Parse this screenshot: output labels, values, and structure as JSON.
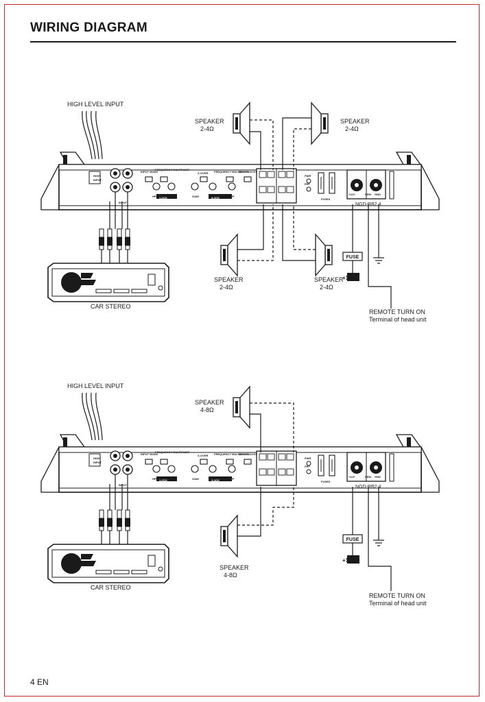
{
  "page": {
    "title": "WIRING DIAGRAM",
    "number": "4 EN",
    "colors": {
      "frame": "#c0282d",
      "ink": "#1a1a1a"
    }
  },
  "diagram1": {
    "high_level_input": "HIGH LEVEL INPUT",
    "speakers": [
      {
        "label": "SPEAKER",
        "impedance": "2-4Ω"
      },
      {
        "label": "SPEAKER",
        "impedance": "2-4Ω"
      },
      {
        "label": "SPEAKER",
        "impedance": "2-4Ω"
      },
      {
        "label": "SPEAKER",
        "impedance": "2-4Ω"
      }
    ],
    "car_stereo": "CAR STEREO",
    "fuse": "FUSE",
    "battery": "+12V",
    "remote_turn_on": "REMOTE TURN ON",
    "remote_terminal": "Terminal of head unit"
  },
  "diagram2": {
    "high_level_input": "HIGH LEVEL INPUT",
    "speakers": [
      {
        "label": "SPEAKER",
        "impedance": "4-8Ω"
      },
      {
        "label": "SPEAKER",
        "impedance": "4-8Ω"
      }
    ],
    "car_stereo": "CAR STEREO",
    "fuse": "FUSE",
    "battery": "+12V",
    "remote_turn_on": "REMOTE TURN ON",
    "remote_terminal": "Terminal of head unit"
  },
  "amplifier": {
    "model": "NGD-RB2.4",
    "input_labels": {
      "high": "HIGH",
      "input_sub": "INPUT",
      "input": "INPUT"
    },
    "ch12": {
      "tag": "1-2CH",
      "input_mode": "INPUT MODE",
      "frequency_multiplier": "FREQUENCY MULTIPLIER",
      "hpf": "HPF",
      "gain": "GAIN"
    },
    "ch34": {
      "tag": "3-4CH",
      "x_over": "X-OVER",
      "frequency_multiplier": "FREQUENCY MULTIPLIER",
      "bass_boost": "BASS BOOST",
      "gain": "GAIN",
      "hpf": "HPF",
      "lpf": "LPF"
    },
    "indicators": {
      "pwr": "PWR",
      "prt": "PRT"
    },
    "fuses": "FUSES",
    "terminals": {
      "b12v": "+12V",
      "rem": "REM",
      "gnd": "GND"
    }
  }
}
